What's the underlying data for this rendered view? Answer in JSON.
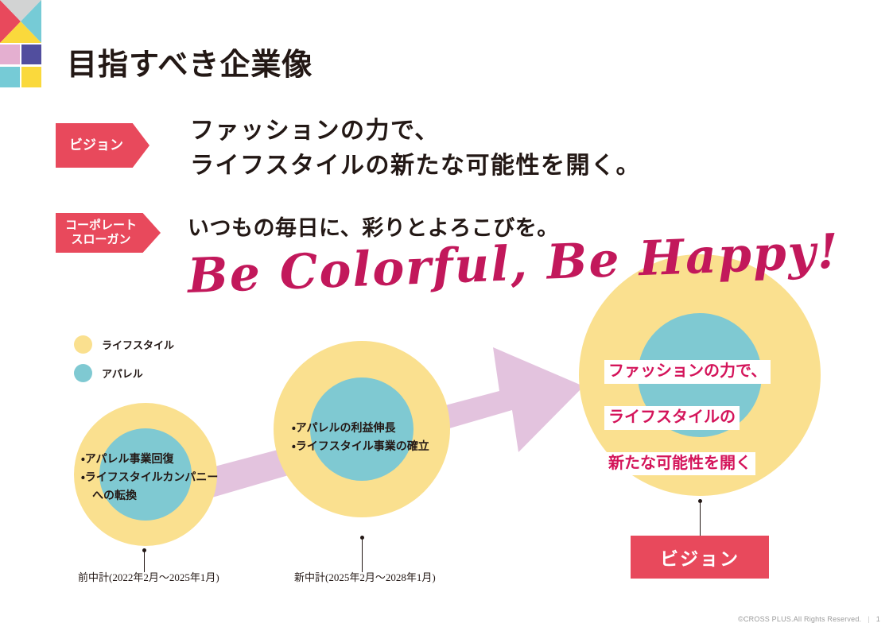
{
  "slide": {
    "title": "目指すべき企業像",
    "page_number": "1",
    "copyright": "©CROSS PLUS.All Rights Reserved.",
    "separator": "|"
  },
  "colors": {
    "accent_red": "#E8495C",
    "script_crimson": "#C2185B",
    "lifestyle_yellow": "#FAE08F",
    "apparel_teal": "#7FC9D2",
    "arrow_pink": "#E3C3DE",
    "text_dark": "#231815"
  },
  "logo": {
    "name": "cross-plus-logo",
    "tiles": [
      {
        "shape": "triangle-left",
        "color": "#E8495C"
      },
      {
        "shape": "triangle-top",
        "color": "#D2D3D3"
      },
      {
        "shape": "triangle-right",
        "color": "#76CBD6"
      },
      {
        "shape": "triangle-bottom",
        "color": "#FAD93C"
      },
      {
        "shape": "square-tl",
        "color": "#E4AFD0"
      },
      {
        "shape": "square-tr",
        "color": "#514E9E"
      },
      {
        "shape": "square-bl",
        "color": "#76CBD6"
      },
      {
        "shape": "square-br",
        "color": "#FAD93C"
      }
    ]
  },
  "tags": {
    "vision": "ビジョン",
    "slogan_line1": "コーポレート",
    "slogan_line2": "スローガン"
  },
  "headline": {
    "vision_text": "ファッションの力で、\nライフスタイルの新たな可能性を開く。",
    "slogan_text": "いつもの毎日に、彩りとよろこびを。",
    "script_text": "Be Colorful, Be Happy!"
  },
  "legend": {
    "items": [
      {
        "label": "ライフスタイル",
        "color": "#FAE08F"
      },
      {
        "label": "アパレル",
        "color": "#7FC9D2"
      }
    ]
  },
  "diagram": {
    "stages": [
      {
        "id": "stage-1",
        "bullets": "・アパレル事業回復\n・ライフスタイルカンパニー\n　への転換",
        "caption": "前中計(2022年2月～2025年1月)"
      },
      {
        "id": "stage-2",
        "bullets": "・アパレルの利益伸長\n・ライフスタイル事業の確立",
        "caption": "新中計(2025年2月～2028年1月)"
      },
      {
        "id": "stage-3",
        "line1": "ファッションの力で、",
        "line2": "ライフスタイルの",
        "line3": "新たな可能性を開く",
        "caption": "ビジョン"
      }
    ]
  }
}
